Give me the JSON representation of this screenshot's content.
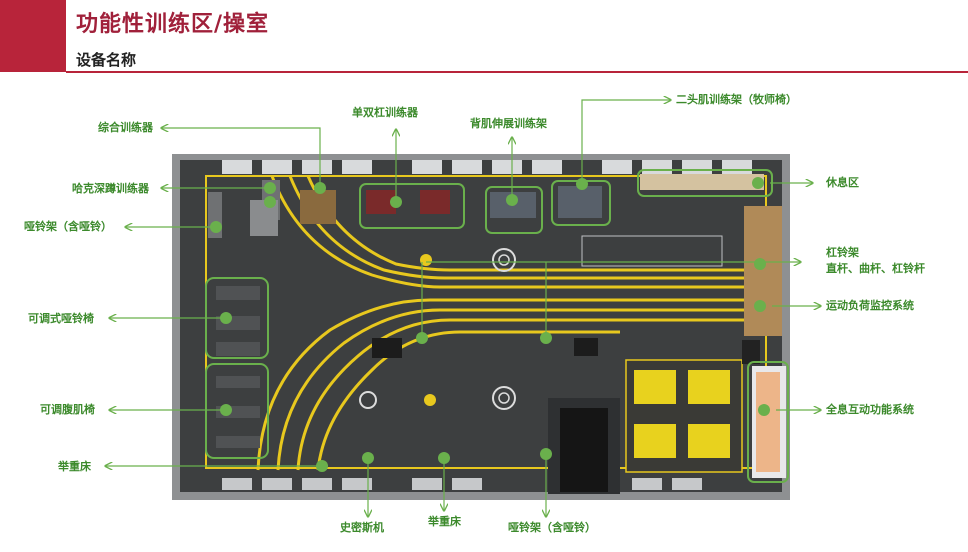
{
  "header": {
    "title": "功能性训练区/操室",
    "subtitle": "设备名称"
  },
  "colors": {
    "accent": "#b8243a",
    "label_green": "#3c8a2c",
    "marker_green": "#6ab04c",
    "floor": "#3d3f40",
    "track_yellow": "#e8c81e"
  },
  "labels": {
    "comprehensive_trainer": "综合训练器",
    "single_double_bar": "单双杠训练器",
    "back_extension": "背肌伸展训练架",
    "biceps_bench": "二头肌训练架（牧师椅）",
    "hack_squat": "哈克深蹲训练器",
    "dumbbell_rack_left": "哑铃架（含哑铃）",
    "rest_area": "休息区",
    "barbell_rack_line1": "杠铃架",
    "barbell_rack_line2": "直杆、曲杆、杠铃杆",
    "adjustable_bench": "可调式哑铃椅",
    "load_monitor": "运动负荷监控系统",
    "adjustable_ab_bench": "可调腹肌椅",
    "holo_system": "全息互动功能系统",
    "weight_bench_left": "举重床",
    "smith_machine": "史密斯机",
    "weight_bench_bottom": "举重床",
    "dumbbell_rack_bottom": "哑铃架（含哑铃）"
  }
}
